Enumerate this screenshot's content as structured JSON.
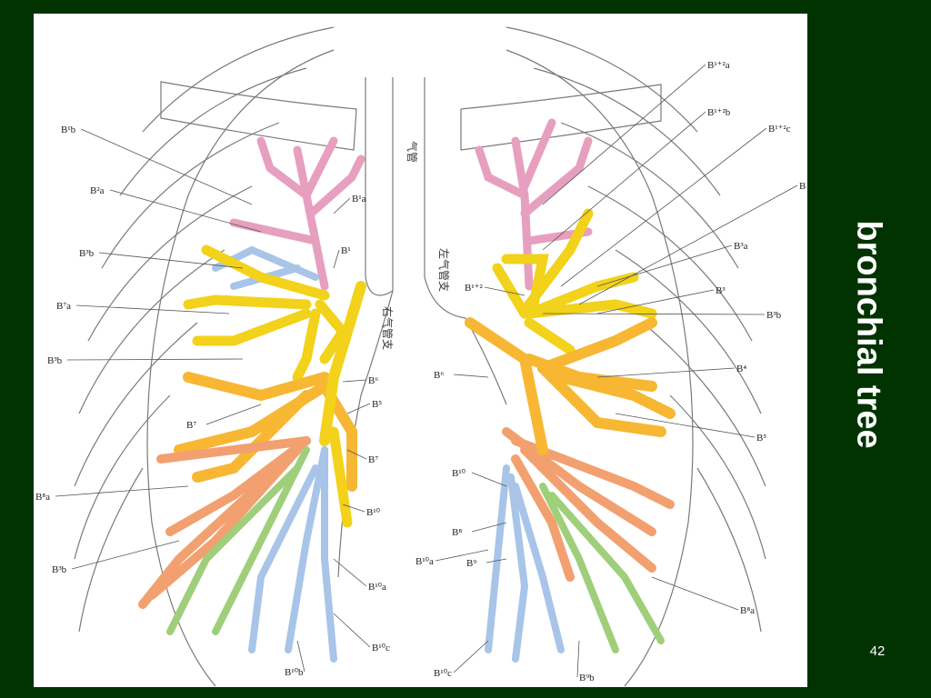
{
  "slide": {
    "title": "bronchial tree",
    "page_number": "42",
    "background_color": "#003300"
  },
  "diagram": {
    "segment_colors": {
      "apical": "#e79fc0",
      "upper": "#f2d21a",
      "middle": "#f7b733",
      "lateral_basal": "#f2a070",
      "anterior_basal": "#9fcf7a",
      "posterior_basal": "#a8c4e8",
      "outline": "#7a7a7a"
    },
    "chinese_labels": {
      "trachea": "气管",
      "left_main_bronchus": "左气管支",
      "right_main_bronchus": "右气管支"
    },
    "right_labels": [
      "B¹b",
      "B²a",
      "B³b",
      "B⁷a",
      "B³b",
      "B¹a",
      "B¹",
      "B⁶",
      "B⁷",
      "B⁵",
      "B⁷",
      "B⁸a",
      "B³b",
      "B¹⁰",
      "B¹⁰a",
      "B¹⁰c",
      "B¹⁰b"
    ],
    "left_labels": [
      "B¹⁺²a",
      "B¹⁺²b",
      "B¹⁺²c",
      "B",
      "B³a",
      "B³",
      "B³b",
      "B⁴",
      "B⁵",
      "B¹⁺²",
      "B⁶",
      "B¹⁰",
      "B⁸",
      "B¹⁰a",
      "B⁹",
      "B⁸a",
      "B¹⁰c",
      "B⁹b"
    ]
  }
}
